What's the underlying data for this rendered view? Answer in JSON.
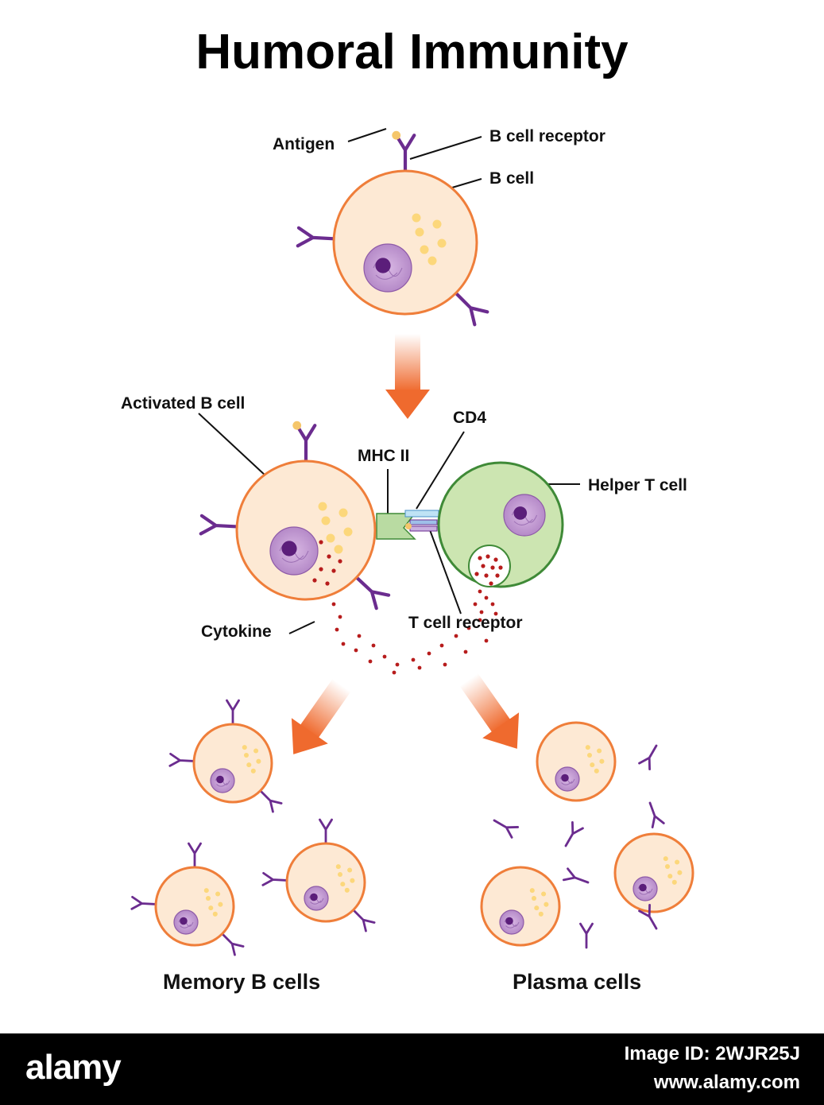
{
  "title": "Humoral Immunity",
  "labels": {
    "antigen": "Antigen",
    "b_cell_receptor": "B cell receptor",
    "b_cell": "B cell",
    "activated_b_cell": "Activated B cell",
    "cd4": "CD4",
    "mhc_ii": "MHC II",
    "helper_t_cell": "Helper T cell",
    "cytokine": "Cytokine",
    "t_cell_receptor": "T cell receptor",
    "memory_b_cells": "Memory B cells",
    "plasma_cells": "Plasma cells"
  },
  "footer": {
    "logo": "alamy",
    "image_id": "Image ID: 2WJR25J",
    "url": "www.alamy.com"
  },
  "colors": {
    "cell_fill": "#fde9d4",
    "cell_stroke": "#ef7e3a",
    "nucleus": "#c9a2d6",
    "nucleolus": "#5b1e7a",
    "granule": "#fcd77b",
    "receptor": "#6b2c8f",
    "antigen": "#f5c66a",
    "t_cell_fill": "#cce5b1",
    "t_cell_stroke": "#3f8a37",
    "cytokine": "#b71c1c",
    "arrow": "#ef6a2e"
  }
}
